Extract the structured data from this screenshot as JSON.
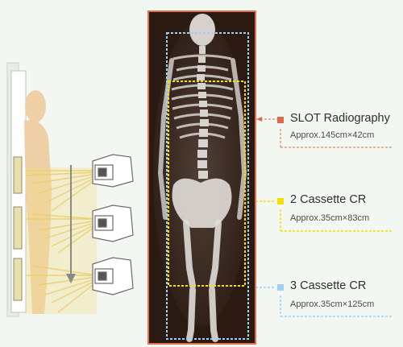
{
  "legend": [
    {
      "label": "SLOT Radiography",
      "size": "Approx.145cm×42cm",
      "color": "#e0684a"
    },
    {
      "label": "2 Cassette CR",
      "size": "Approx.35cm×83cm",
      "color": "#f2e000"
    },
    {
      "label": "3 Cassette CR",
      "size": "Approx.35cm×125cm",
      "color": "#9fd0f2"
    }
  ],
  "colors": {
    "frame_border": "#e07050",
    "xray_background": "#2a1a12",
    "page_background": "#f3f7f2"
  }
}
